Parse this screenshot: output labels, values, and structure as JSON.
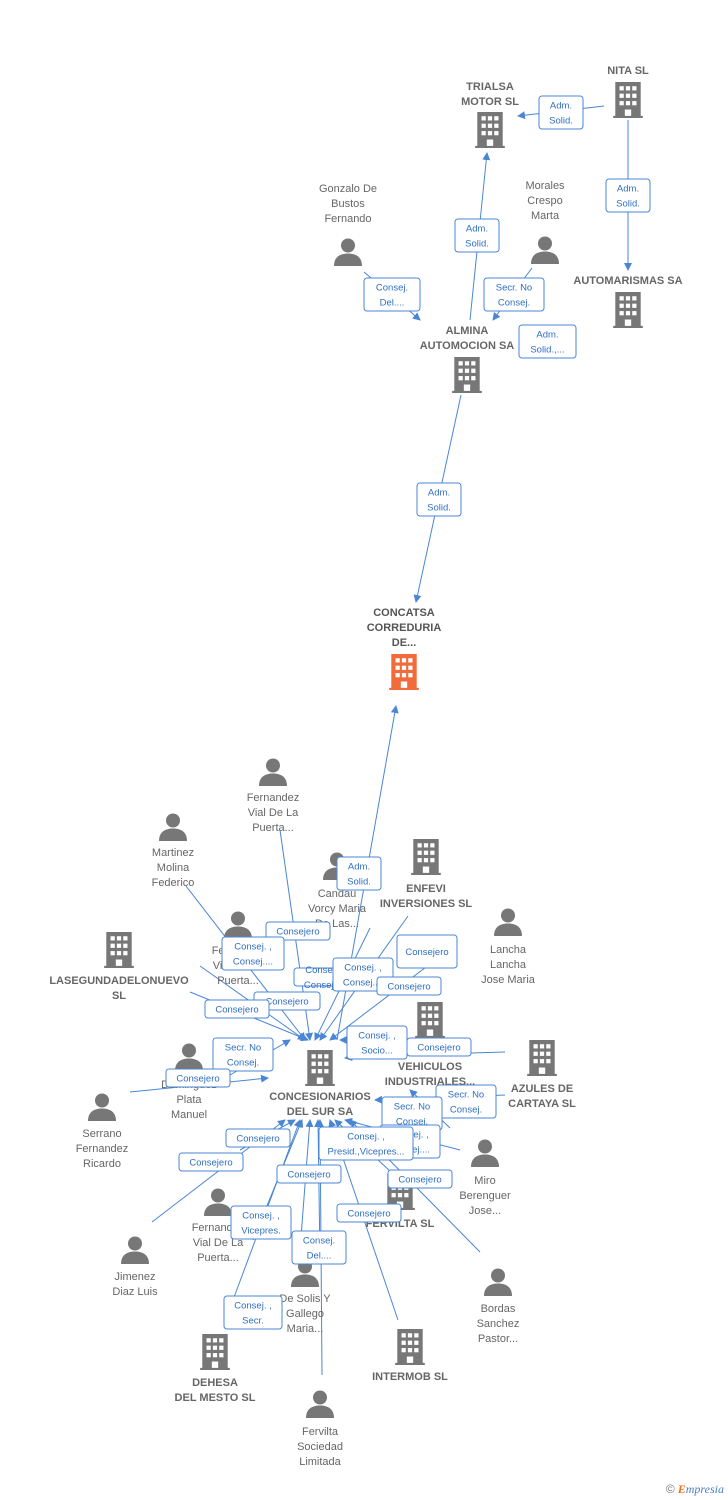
{
  "colors": {
    "edge": "#4a86d4",
    "node": "#777777",
    "focus": "#f26b3a"
  },
  "nodes": [
    {
      "id": "concatsa",
      "type": "company",
      "focus": true,
      "lines": [
        "CONCATSA",
        "CORREDURIA",
        "DE..."
      ]
    },
    {
      "id": "almina",
      "type": "company",
      "lines": [
        "ALMINA",
        "AUTOMOCION SA"
      ]
    },
    {
      "id": "trialsa",
      "type": "company",
      "lines": [
        "TRIALSA",
        "MOTOR SL"
      ]
    },
    {
      "id": "nita",
      "type": "company",
      "lines": [
        "NITA  SL"
      ]
    },
    {
      "id": "automarismas",
      "type": "company",
      "lines": [
        "AUTOMARISMAS SA"
      ]
    },
    {
      "id": "gonzalo",
      "type": "person",
      "lines": [
        "Gonzalo De",
        "Bustos",
        "Fernando"
      ]
    },
    {
      "id": "morales",
      "type": "person",
      "lines": [
        "Morales",
        "Crespo",
        "Marta"
      ]
    },
    {
      "id": "concesionarios",
      "type": "company",
      "lines": [
        "CONCESIONARIOS",
        "DEL SUR SA"
      ]
    },
    {
      "id": "fvial1",
      "type": "person",
      "lines": [
        "Fernandez",
        "Vial De La",
        "Puerta..."
      ]
    },
    {
      "id": "martinez",
      "type": "person",
      "lines": [
        "Martinez",
        "Molina",
        "Federico"
      ]
    },
    {
      "id": "candau",
      "type": "person",
      "lines": [
        "Candau",
        "Vorcy Maria",
        "De Las..."
      ]
    },
    {
      "id": "enfevi",
      "type": "company",
      "lines": [
        "ENFEVI",
        "INVERSIONES SL"
      ]
    },
    {
      "id": "lancha",
      "type": "person",
      "lines": [
        "Lancha",
        "Lancha",
        "Jose Maria"
      ]
    },
    {
      "id": "fvial2",
      "type": "person",
      "lines": [
        "Fernandez",
        "Vial De La",
        "Puerta..."
      ]
    },
    {
      "id": "lasegunda",
      "type": "company",
      "lines": [
        "LASEGUNDADELONUEVO",
        "SL"
      ]
    },
    {
      "id": "vehiculos",
      "type": "company",
      "lines": [
        "VEHICULOS",
        "INDUSTRIALES..."
      ]
    },
    {
      "id": "azules",
      "type": "company",
      "lines": [
        "AZULES DE",
        "CARTAYA  SL"
      ]
    },
    {
      "id": "dominguez",
      "type": "person",
      "lines": [
        "Dominguez",
        "Plata",
        "Manuel"
      ]
    },
    {
      "id": "serrano",
      "type": "person",
      "lines": [
        "Serrano",
        "Fernandez",
        "Ricardo"
      ]
    },
    {
      "id": "miro",
      "type": "person",
      "lines": [
        "Miro",
        "Berenguer",
        "Jose..."
      ]
    },
    {
      "id": "fervilta_sl",
      "type": "company",
      "lines": [
        "FERVILTA SL"
      ]
    },
    {
      "id": "fvial3",
      "type": "person",
      "lines": [
        "Fernandez",
        "Vial De La",
        "Puerta..."
      ]
    },
    {
      "id": "jimenez",
      "type": "person",
      "lines": [
        "Jimenez",
        "Diaz Luis"
      ]
    },
    {
      "id": "solis",
      "type": "person",
      "lines": [
        "De Solis Y",
        "Gallego",
        "Maria..."
      ]
    },
    {
      "id": "bordas",
      "type": "person",
      "lines": [
        "Bordas",
        "Sanchez",
        "Pastor..."
      ]
    },
    {
      "id": "dehesa",
      "type": "company",
      "lines": [
        "DEHESA",
        "DEL MESTO SL"
      ]
    },
    {
      "id": "intermob",
      "type": "company",
      "lines": [
        "INTERMOB SL"
      ]
    },
    {
      "id": "fervilta_lim",
      "type": "person",
      "lines": [
        "Fervilta",
        "Sociedad",
        "Limitada"
      ]
    }
  ],
  "edges": [
    {
      "lines": [
        "Adm.",
        "Solid."
      ]
    },
    {
      "lines": [
        "Adm.",
        "Solid."
      ]
    },
    {
      "lines": [
        "Adm.",
        "Solid."
      ]
    },
    {
      "lines": [
        "Adm.",
        "Solid."
      ]
    },
    {
      "lines": [
        "Consej.",
        "Del...."
      ]
    },
    {
      "lines": [
        "Secr.  No",
        "Consej."
      ]
    },
    {
      "lines": [
        "Adm.",
        "Solid.,..."
      ]
    },
    {
      "lines": [
        "Adm.",
        "Solid."
      ]
    },
    {
      "lines": [
        "Consejero"
      ]
    },
    {
      "lines": [
        "Consej. ,",
        "Consej...."
      ]
    },
    {
      "lines": [
        "Consejero"
      ]
    },
    {
      "lines": [
        "Consejero"
      ]
    },
    {
      "lines": [
        "Consej. ,",
        "Consej...."
      ]
    },
    {
      "lines": [
        "Consej. ,",
        "Consej...."
      ]
    },
    {
      "lines": [
        "Consejero"
      ]
    },
    {
      "lines": [
        "Consejero"
      ]
    },
    {
      "lines": [
        "Consej. ,",
        "Socio..."
      ]
    },
    {
      "lines": [
        "Consejero"
      ]
    },
    {
      "lines": [
        "Secr.  No",
        "Consej."
      ]
    },
    {
      "lines": [
        "Consejero"
      ]
    },
    {
      "lines": [
        "Secr.  No",
        "Consej."
      ]
    },
    {
      "lines": [
        "Secr.  No",
        "Consej."
      ]
    },
    {
      "lines": [
        "Consej. ,",
        "Consej...."
      ]
    },
    {
      "lines": [
        "Consejero"
      ]
    },
    {
      "lines": [
        "Consej. ,",
        "Presid.,Vicepres..."
      ]
    },
    {
      "lines": [
        "Consejero"
      ]
    },
    {
      "lines": [
        "Consejero"
      ]
    },
    {
      "lines": [
        "Consejero"
      ]
    },
    {
      "lines": [
        "Consej. ,",
        "Vicepres."
      ]
    },
    {
      "lines": [
        "Consejero"
      ]
    },
    {
      "lines": [
        "Consej.",
        "Del...."
      ]
    },
    {
      "lines": [
        "Consej. ,",
        "Secr."
      ]
    },
    {
      "lines": []
    }
  ],
  "footer": {
    "copyright": "©",
    "brand_initial": "E",
    "brand_rest": "mpresia"
  }
}
